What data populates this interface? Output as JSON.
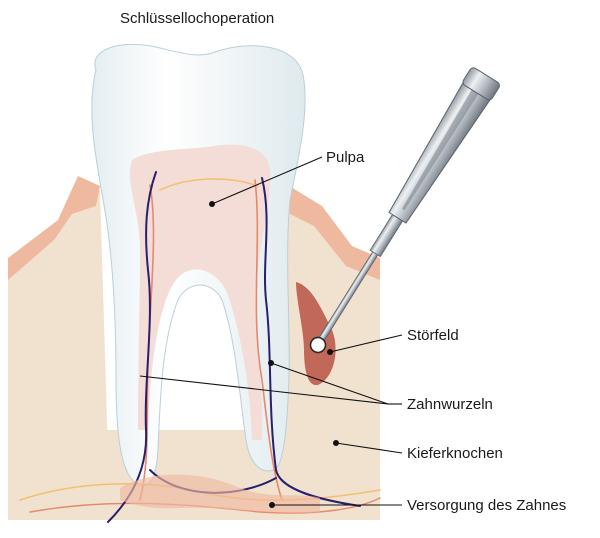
{
  "title": "Schlüssellochoperation",
  "labels": {
    "pulpa": "Pulpa",
    "stoerfeld": "Störfeld",
    "zahnwurzeln": "Zahnwurzeln",
    "kieferknochen": "Kieferknochen",
    "versorgung": "Versorgung des Zahnes"
  },
  "colors": {
    "bone": "#f1e2cf",
    "gum": "#efb9a0",
    "tooth": "#f7fbfc",
    "pulp": "#f3ddd6",
    "nerve": "#2a1f6e",
    "vessel_red": "#e48a6a",
    "vessel_yellow": "#f2c071",
    "lesion": "#c26858",
    "instrument": "#c7cdd3"
  }
}
